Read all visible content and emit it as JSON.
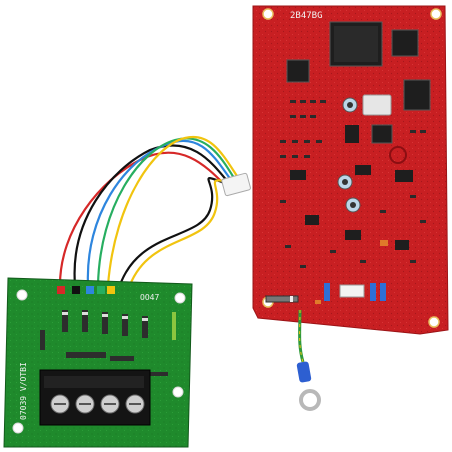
{
  "red_board": {
    "label": "2B47BG",
    "color": "#c81f22"
  },
  "green_board": {
    "label_top": "OO47",
    "label_side": "07039 V/OTBI",
    "color": "#1f8a2c"
  },
  "wire_colors": [
    "#f1c40f",
    "#2e86de",
    "#27ae60",
    "#d62828",
    "#111111"
  ]
}
